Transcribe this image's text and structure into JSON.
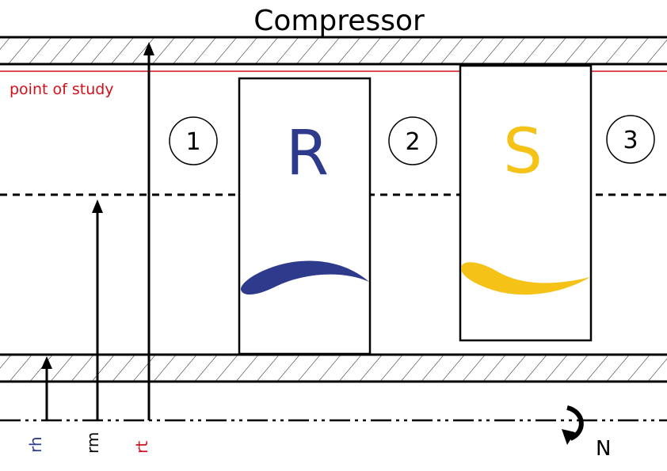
{
  "title": "Compressor",
  "point_of_study": "point of study",
  "stations": [
    "1",
    "2",
    "3"
  ],
  "rotor_label": "R",
  "stator_label": "S",
  "radii": [
    {
      "label": "rh",
      "color": "#2e3a8c"
    },
    {
      "label": "rm",
      "color": "#000000"
    },
    {
      "label": "rt",
      "color": "#d0101a"
    }
  ],
  "rotation_label": "N",
  "colors": {
    "rotor": "#2e3a8c",
    "stator": "#f5c218",
    "study_line": "#d0101a",
    "ink": "#000000"
  }
}
